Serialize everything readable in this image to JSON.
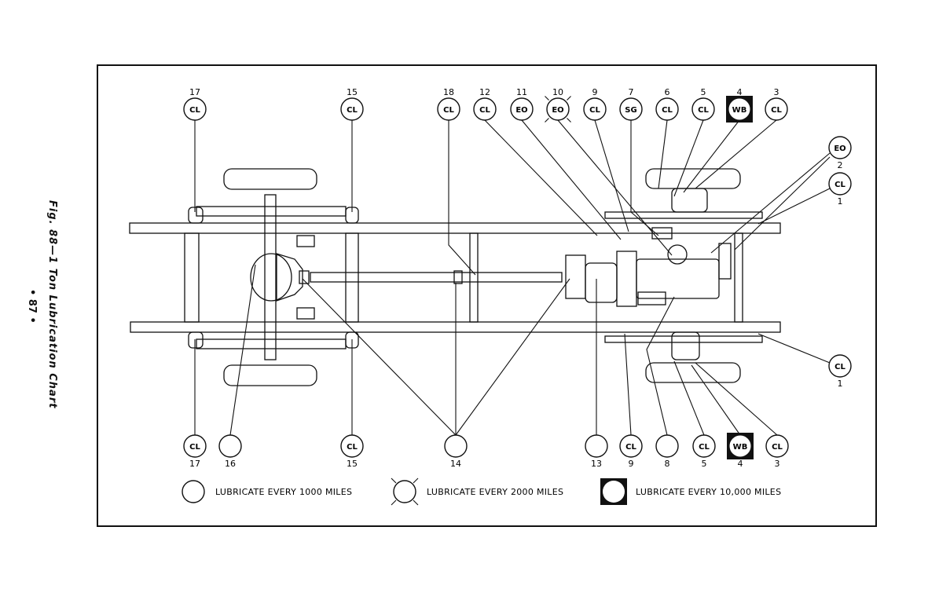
{
  "caption": {
    "title": "Fig. 88—1 Ton Lubrication Chart",
    "page": "• 87 •"
  },
  "callouts_top": [
    {
      "number": "17",
      "code": "CL",
      "interval": "1000"
    },
    {
      "number": "15",
      "code": "CL",
      "interval": "1000"
    },
    {
      "number": "18",
      "code": "CL",
      "interval": "1000"
    },
    {
      "number": "12",
      "code": "CL",
      "interval": "1000"
    },
    {
      "number": "11",
      "code": "EO",
      "interval": "1000"
    },
    {
      "number": "10",
      "code": "EO",
      "interval": "2000"
    },
    {
      "number": "9",
      "code": "CL",
      "interval": "1000"
    },
    {
      "number": "7",
      "code": "SG",
      "interval": "1000"
    },
    {
      "number": "6",
      "code": "CL",
      "interval": "1000"
    },
    {
      "number": "5",
      "code": "CL",
      "interval": "1000"
    },
    {
      "number": "4",
      "code": "WB",
      "interval": "10000"
    },
    {
      "number": "3",
      "code": "CL",
      "interval": "1000"
    }
  ],
  "callouts_right": [
    {
      "number": "2",
      "code": "EO",
      "interval": "1000"
    },
    {
      "number": "1",
      "code": "CL",
      "interval": "1000"
    },
    {
      "number": "1",
      "code": "CL",
      "interval": "1000"
    }
  ],
  "callouts_bottom": [
    {
      "number": "17",
      "code": "CL",
      "interval": "1000"
    },
    {
      "number": "16",
      "code": "",
      "interval": "1000"
    },
    {
      "number": "15",
      "code": "CL",
      "interval": "1000"
    },
    {
      "number": "14",
      "code": "",
      "interval": "1000"
    },
    {
      "number": "13",
      "code": "",
      "interval": "1000"
    },
    {
      "number": "9",
      "code": "CL",
      "interval": "1000"
    },
    {
      "number": "8",
      "code": "",
      "interval": "1000"
    },
    {
      "number": "5",
      "code": "CL",
      "interval": "1000"
    },
    {
      "number": "4",
      "code": "WB",
      "interval": "10000"
    },
    {
      "number": "3",
      "code": "CL",
      "interval": "1000"
    }
  ],
  "legend": [
    {
      "symbol": "plain-circle",
      "text": "LUBRICATE EVERY 1000 MILES"
    },
    {
      "symbol": "crossed-circle",
      "text": "LUBRICATE EVERY 2000 MILES"
    },
    {
      "symbol": "boxed-circle",
      "text": "LUBRICATE EVERY 10,000 MILES"
    }
  ],
  "colors": {
    "ink": "#111111",
    "paper": "#ffffff",
    "fill": "#f4f4f4"
  }
}
